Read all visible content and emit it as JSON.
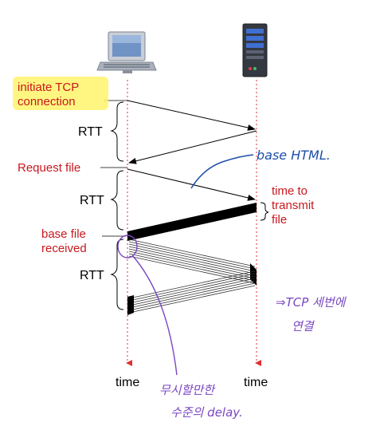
{
  "labels": {
    "initiate_line1": "initiate TCP",
    "initiate_line2": "connection",
    "rtt1": "RTT",
    "request_file": "Request file",
    "rtt2": "RTT",
    "transmit_line1": "time to",
    "transmit_line2": "transmit",
    "transmit_line3": "file",
    "base_line1": "base file",
    "base_line2": "received",
    "rtt3": "RTT",
    "time_client": "time",
    "time_server": "time"
  },
  "annotations": {
    "base_html": "base HTML.",
    "tcp_note_line1": "⇒TCP 세번에",
    "tcp_note_line2": "연결",
    "delay_line1": "무시할만한",
    "delay_line2": "수준의 delay."
  },
  "colors": {
    "label_red": "#c8181e",
    "highlight": "#fff36b",
    "timeline_red": "#e03030",
    "pen_blue": "#1f4fa8",
    "pen_purple": "#7a47c2"
  },
  "icons": {
    "client": "desktop-computer-icon",
    "server": "server-tower-icon"
  }
}
